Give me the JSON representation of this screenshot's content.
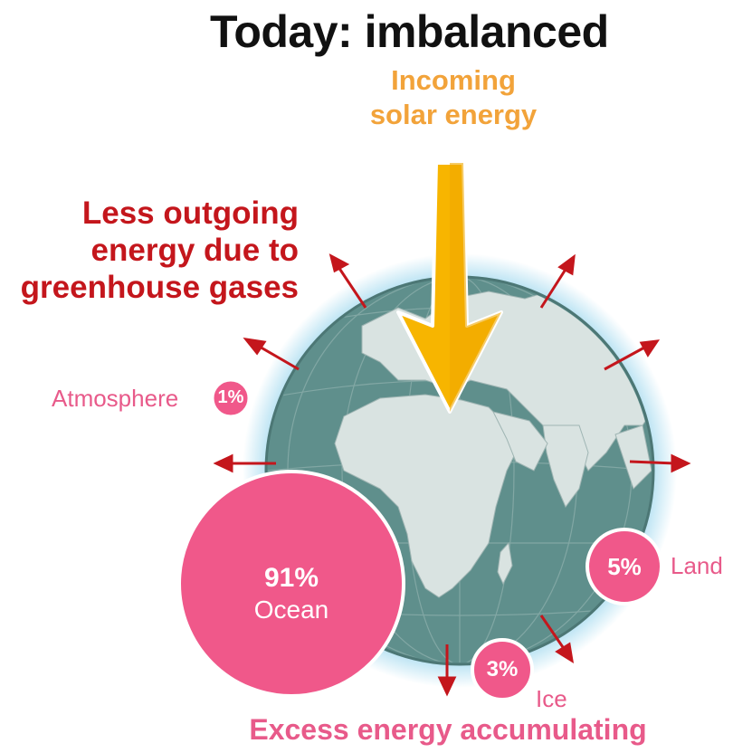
{
  "title": "Today: imbalanced",
  "incoming": {
    "line1": "Incoming",
    "line2": "solar energy"
  },
  "outgoing": {
    "line1": "Less outgoing",
    "line2": "energy due to",
    "line3": "greenhouse gases"
  },
  "reservoirs": [
    {
      "id": "atmosphere",
      "label": "Atmosphere",
      "percent": "1%"
    },
    {
      "id": "ocean",
      "label": "Ocean",
      "percent": "91%"
    },
    {
      "id": "land",
      "label": "Land",
      "percent": "5%"
    },
    {
      "id": "ice",
      "label": "Ice",
      "percent": "3%"
    }
  ],
  "footer": "Excess energy accumulating",
  "colors": {
    "title": "#111111",
    "solar": "#f2a33a",
    "solar_arrow": "#f7b500",
    "outgoing": "#c4161c",
    "reservoir": "#f0588a",
    "ocean_globe": "#5f8f8c",
    "land_globe": "#d9e3e1",
    "glow": "#a9dcf0"
  },
  "icons": [
    "globe-icon",
    "solar-arrow-icon",
    "outgoing-arrow-icon"
  ]
}
